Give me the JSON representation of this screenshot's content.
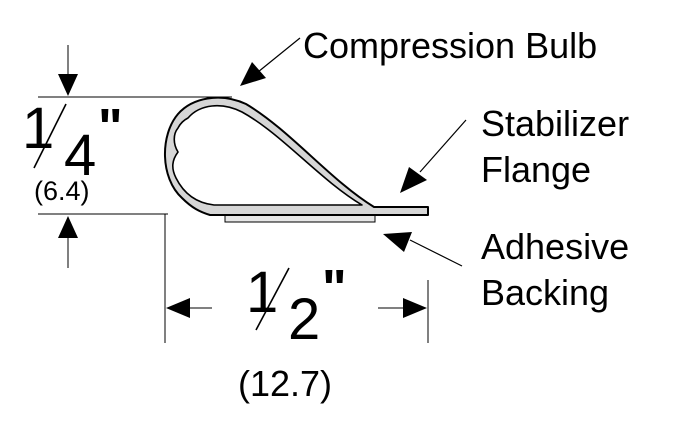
{
  "callouts": {
    "bulb": "Compression Bulb",
    "flange_line1": "Stabilizer",
    "flange_line2": "Flange",
    "adhesive_line1": "Adhesive",
    "adhesive_line2": "Backing"
  },
  "height_dim": {
    "numerator": "1",
    "denominator": "4",
    "unit_mark": "\"",
    "metric": "(6.4)"
  },
  "width_dim": {
    "numerator": "1",
    "denominator": "2",
    "unit_mark": "\"",
    "metric": "(12.7)"
  },
  "colors": {
    "line": "#000000",
    "profile_fill": "#d6d6d6",
    "adhesive": "#e6e6e6"
  }
}
